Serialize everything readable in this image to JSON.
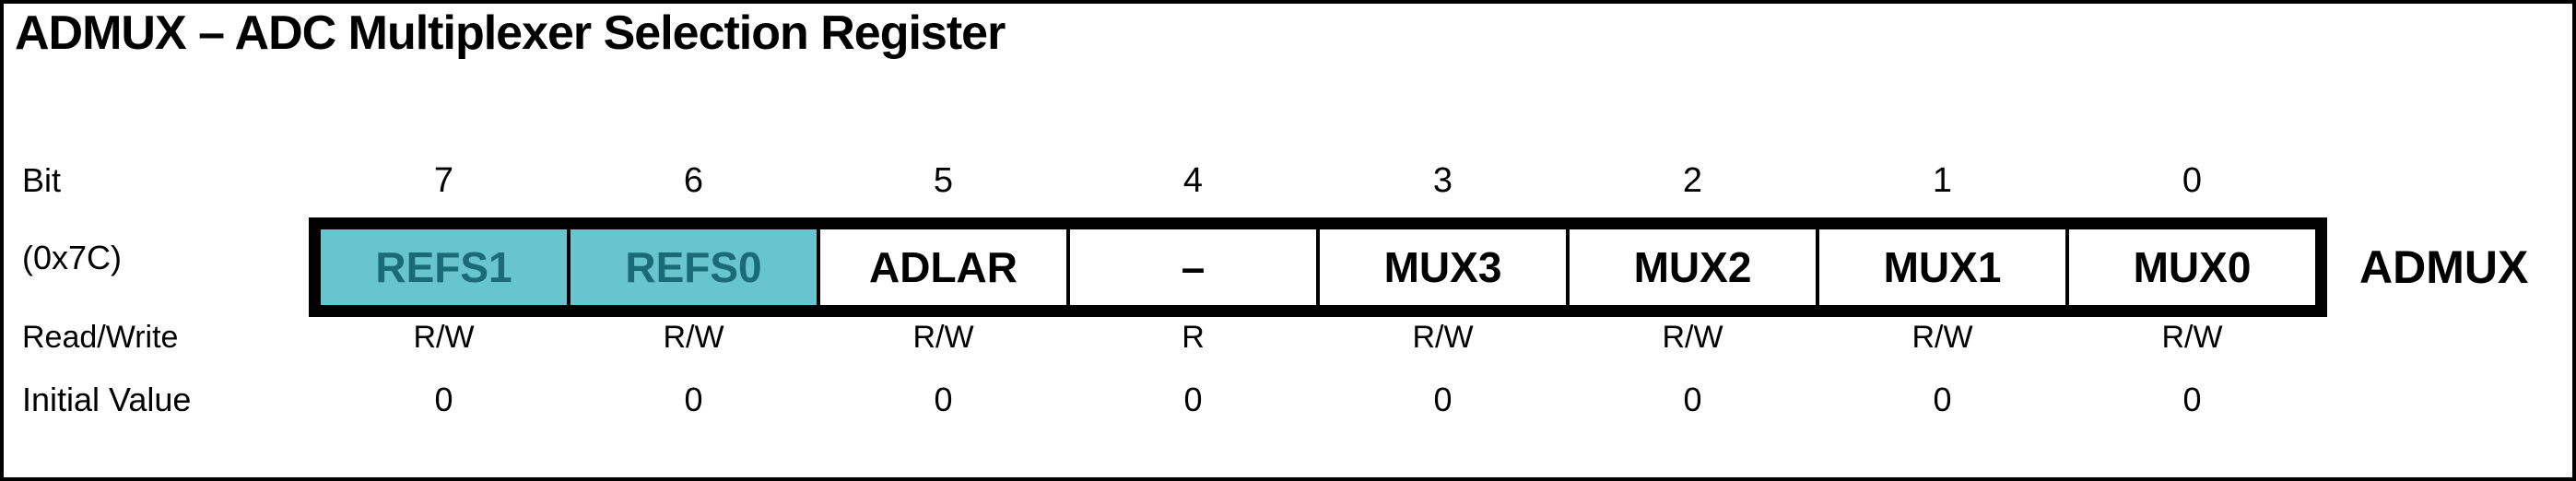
{
  "title": "ADMUX – ADC Multiplexer Selection Register",
  "register": {
    "name": "ADMUX",
    "address": "(0x7C)",
    "row_labels": {
      "bit": "Bit",
      "read_write": "Read/Write",
      "initial_value": "Initial Value"
    },
    "bits": [
      {
        "number": "7",
        "label": "REFS1",
        "highlighted": true,
        "read_write": "R/W",
        "initial_value": "0"
      },
      {
        "number": "6",
        "label": "REFS0",
        "highlighted": true,
        "read_write": "R/W",
        "initial_value": "0"
      },
      {
        "number": "5",
        "label": "ADLAR",
        "highlighted": false,
        "read_write": "R/W",
        "initial_value": "0"
      },
      {
        "number": "4",
        "label": "–",
        "highlighted": false,
        "read_write": "R",
        "initial_value": "0"
      },
      {
        "number": "3",
        "label": "MUX3",
        "highlighted": false,
        "read_write": "R/W",
        "initial_value": "0"
      },
      {
        "number": "2",
        "label": "MUX2",
        "highlighted": false,
        "read_write": "R/W",
        "initial_value": "0"
      },
      {
        "number": "1",
        "label": "MUX1",
        "highlighted": false,
        "read_write": "R/W",
        "initial_value": "0"
      },
      {
        "number": "0",
        "label": "MUX0",
        "highlighted": false,
        "read_write": "R/W",
        "initial_value": "0"
      }
    ]
  },
  "colors": {
    "highlight_bg": "#68C4CF",
    "highlight_text": "#196B78",
    "border": "#000000",
    "background": "#FFFFFF"
  }
}
